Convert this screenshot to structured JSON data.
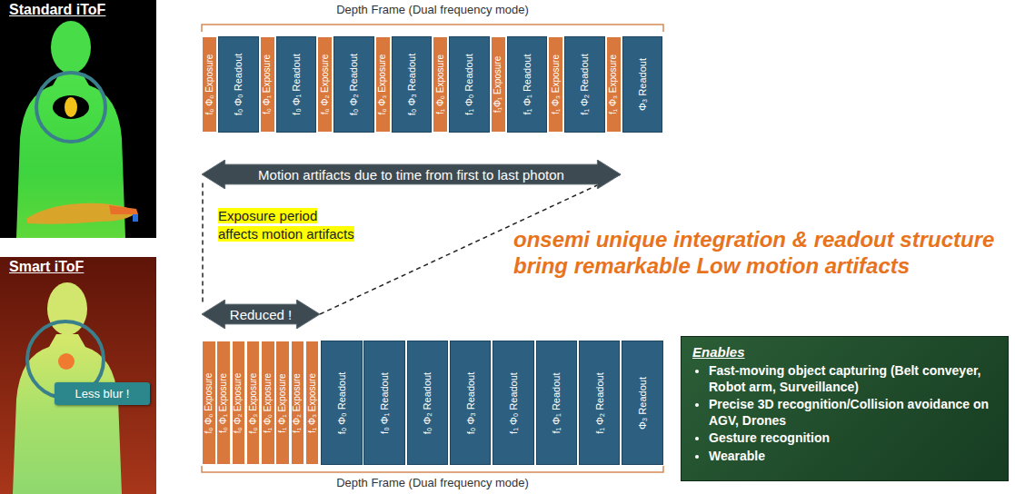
{
  "diagram": {
    "nodes": [
      {
        "text": [
          "f₀ Φ₀ Exposure"
        ]
      },
      {
        "text": [
          "f₀ Φ₀ Readout"
        ]
      },
      {
        "text": [
          "f₀ Φ₁ Exposure"
        ]
      },
      {
        "text": [
          "f₀ Φ₁ Readout"
        ]
      },
      {
        "text": [
          "f₀ Φ₂ Exposure"
        ]
      },
      {
        "text": [
          "f₀ Φ₂ Readout"
        ]
      },
      {
        "text": [
          "f₀ Φ₃ Exposure"
        ]
      },
      {
        "text": [
          "f₀ Φ₃ Readout"
        ]
      },
      {
        "text": [
          "f₁ Φ₀ Exposure"
        ]
      },
      {
        "text": [
          "f₁ Φ₀ Readout"
        ]
      },
      {
        "text": [
          "f₁Φ₁ Exposure"
        ]
      },
      {
        "text": [
          "f₁ Φ₁ Readout"
        ]
      },
      {
        "text": [
          "f₁ Φ₃ Exposure"
        ]
      },
      {
        "text": [
          "f₁ Φ₂ Readout"
        ]
      },
      {
        "text": [
          "f₁ Φ₃ Exposure"
        ]
      },
      {
        "text": [
          "Φ₃ Readout"
        ]
      },
      {
        "text": [
          "Motion artifacts due to time from first to last photon"
        ]
      },
      {
        "text": [
          "Reduced !"
        ]
      },
      {
        "text": [
          "f₀ Φ₀ Exposure"
        ]
      },
      {
        "text": [
          "f₀ Φ₁ Exposure"
        ]
      },
      {
        "text": [
          "f₀ Φ₂ Exposure"
        ]
      },
      {
        "text": [
          "f₀ Φ₃ Exposure"
        ]
      },
      {
        "text": [
          "f₁ Φ₀ Exposure"
        ]
      },
      {
        "text": [
          "f₁ Φ₁ Exposure"
        ]
      },
      {
        "text": [
          "f₁ Φ₂ Exposure"
        ]
      },
      {
        "text": [
          "f₁ Φ₃ Exposure"
        ]
      },
      {
        "text": [
          "f₀ Φ₀ Readout"
        ]
      },
      {
        "text": [
          "f₀ Φ₁ Readout"
        ]
      },
      {
        "text": [
          "f₀ Φ₂ Readout"
        ]
      },
      {
        "text": [
          "f₀ Φ₃ Readout"
        ]
      },
      {
        "text": [
          "f₁ Φ₀ Readout"
        ]
      },
      {
        "text": [
          "f₁ Φ₁ Readout"
        ]
      },
      {
        "text": [
          "f₁ Φ₂ Readout"
        ]
      },
      {
        "text": [
          "Φ₃ Readout"
        ]
      },
      {
        "text": [
          "Less blur !"
        ]
      },
      {
        "text": [
          "Enables",
          "Fast-moving object capturing (Belt conveyer, Robot arm, Surveillance)",
          "Precise 3D recognition/Collision avoidance on AGV, Drones",
          "Gesture recognition",
          "Wearable"
        ]
      }
    ],
    "edges": [
      {
        "from": 16,
        "to": 17,
        "arrow": "none"
      },
      {
        "from": 16,
        "to": 17,
        "arrow": "none"
      }
    ],
    "labels": [
      "Standard iToF",
      "Smart iToF",
      "Depth Frame (Dual frequency mode)",
      "Exposure period affects motion artifacts",
      "onsemi unique integration & readout structure bring remarkable Low motion artifacts",
      "Depth Frame (Dual frequency mode)"
    ]
  }
}
